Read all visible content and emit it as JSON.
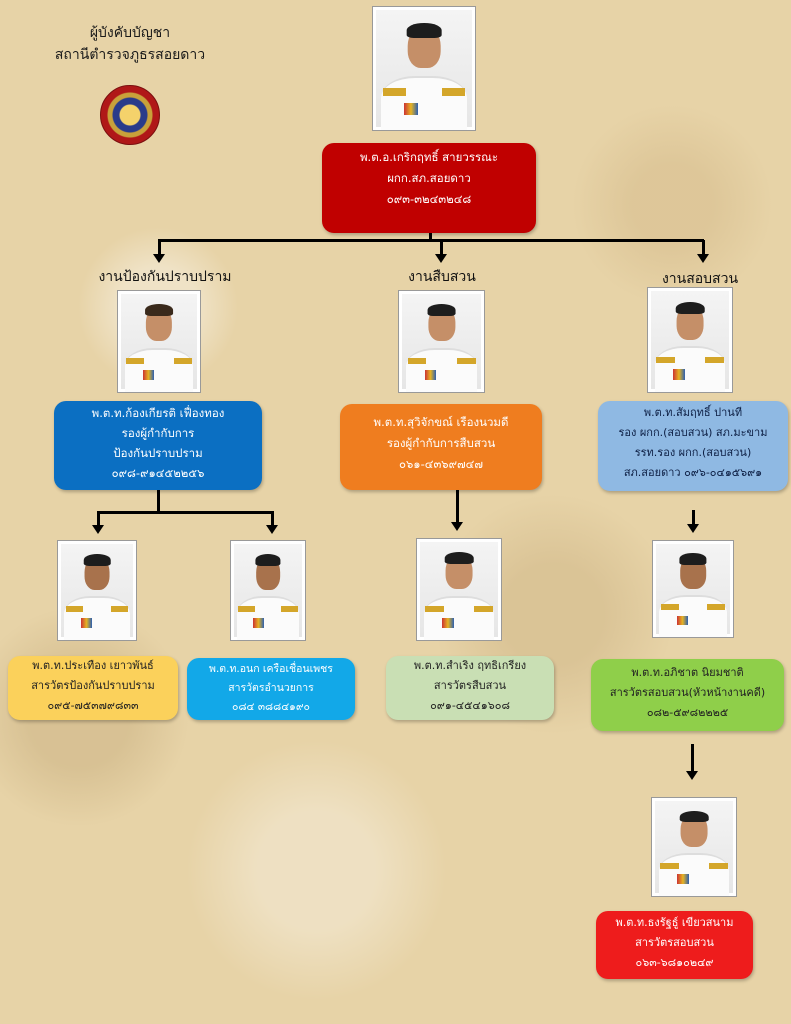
{
  "header": {
    "title_line1": "ผู้บังคับบัญชา",
    "title_line2": "สถานีตำรวจภูธรสอยดาว"
  },
  "icons": {
    "emblem": "police-emblem-icon"
  },
  "departments": {
    "prevention": "งานป้องกันปราบปราม",
    "investigation": "งานสืบสวน",
    "inquiry": "งานสอบสวน"
  },
  "chief": {
    "name": "พ.ต.อ.เกริกฤทธิ์  สายวรรณะ",
    "position": "ผกก.สภ.สอยดาว",
    "phone": "๐๙๓-๓๒๔๓๒๔๘"
  },
  "deputy_prevention": {
    "name": "พ.ต.ท.ก้องเกียรติ  เฟื่องทอง",
    "position1": "รองผู้กำกับการ",
    "position2": "ป้องกันปราบปราม",
    "phone": "๐๙๘-๙๑๔๕๒๒๕๖"
  },
  "deputy_investigation": {
    "name": "พ.ต.ท.สุวิจักขณ์  เรืองนวมดี",
    "position": "รองผู้กำกับการสืบสวน",
    "phone": "๐๖๑-๔๓๖๙๗๔๗"
  },
  "deputy_inquiry": {
    "name": "พ.ต.ท.สัมฤทธิ์  ปานที",
    "position1": "รอง ผกก.(สอบสวน) สภ.มะขาม",
    "position2": "รรท.รอง ผกก.(สอบสวน)",
    "position3": "สภ.สอยดาว  ๐๙๖-๐๔๑๕๖๙๑"
  },
  "inspector_prevention": {
    "name": "พ.ต.ท.ประเทือง  เยาวพันธ์",
    "position": "สารวัตรป้องกันปราบปราม",
    "phone": "๐๙๕-๗๕๓๗๙๘๓๓"
  },
  "inspector_admin": {
    "name": "พ.ต.ท.อนก  เครือเชื่อนเพชร",
    "position": "สารวัตรอำนวยการ",
    "phone": "๐๘๔  ๓๘๘๔๑๙๐"
  },
  "inspector_investigation": {
    "name": "พ.ต.ท.สำเริง  ฤทธิเกรียง",
    "position": "สารวัตรสืบสวน",
    "phone": "๐๙๑-๔๕๔๑๖๐๘"
  },
  "inspector_inquiry_head": {
    "name": "พ.ต.ท.อภิชาต  นิยมชาติ",
    "position": "สารวัตรสอบสวน(หัวหน้างานคดี)",
    "phone": "๐๘๒-๕๙๘๒๒๒๕"
  },
  "inspector_inquiry": {
    "name": "พ.ต.ท.ธงรัฐธู์  เขียวสนาม",
    "position": "สารวัตรสอบสวน",
    "phone": "๐๖๓-๖๘๑๐๒๔๙"
  },
  "colors": {
    "chief": "#c00000",
    "prevention": "#0b6fc2",
    "investigation": "#ef7d1f",
    "inquiry": "#8fb9e3",
    "inspector_prevention": "#fbd15b",
    "inspector_admin": "#12a8e8",
    "inspector_investigation": "#c9dfb4",
    "inspector_inquiry_head": "#8fcf4a",
    "inspector_inquiry": "#ee1c1c"
  }
}
